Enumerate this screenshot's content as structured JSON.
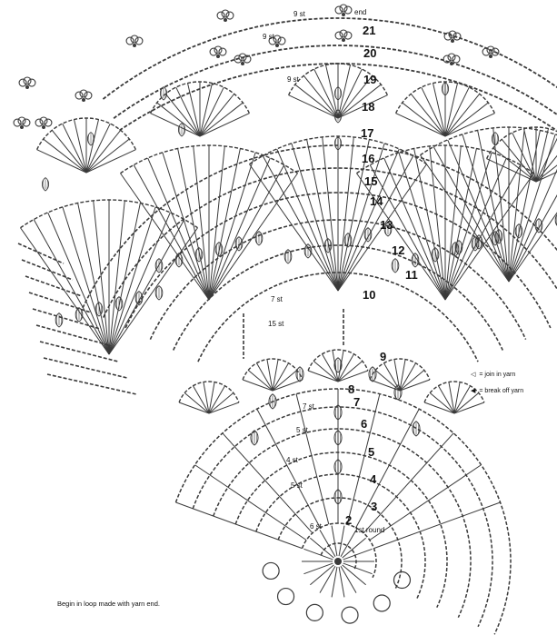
{
  "rounds": [
    {
      "label": "1st round"
    },
    {
      "label": "2"
    },
    {
      "label": "3"
    },
    {
      "label": "4"
    },
    {
      "label": "5"
    },
    {
      "label": "6"
    },
    {
      "label": "7"
    },
    {
      "label": "8"
    },
    {
      "label": "9"
    },
    {
      "label": "10"
    },
    {
      "label": "11"
    },
    {
      "label": "12"
    },
    {
      "label": "13"
    },
    {
      "label": "14"
    },
    {
      "label": "15"
    },
    {
      "label": "16"
    },
    {
      "label": "17"
    },
    {
      "label": "18"
    },
    {
      "label": "19"
    },
    {
      "label": "20"
    },
    {
      "label": "21"
    },
    {
      "label": "end"
    }
  ],
  "stitch_counts": [
    {
      "label": "6 st"
    },
    {
      "label": "5 st"
    },
    {
      "label": "4 st"
    },
    {
      "label": "5 st"
    },
    {
      "label": "7 st"
    },
    {
      "label": "7 st"
    },
    {
      "label": "15 st"
    },
    {
      "label": "9 st"
    },
    {
      "label": "9 st"
    },
    {
      "label": "9 st"
    }
  ],
  "legend": {
    "join": {
      "symbol": "open-triangle-icon",
      "text": "= join in yarn"
    },
    "break": {
      "symbol": "filled-triangle-icon",
      "text": "= break off yarn"
    }
  },
  "caption": "Begin in loop made with yarn end.",
  "colors": {
    "ink": "#3a3a3a",
    "paper": "#ffffff"
  }
}
